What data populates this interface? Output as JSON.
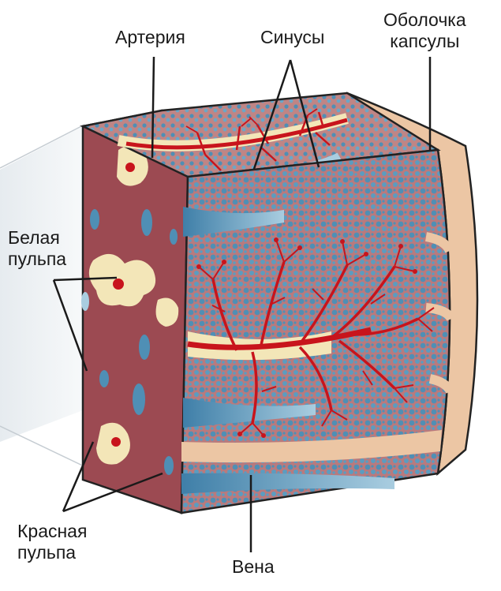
{
  "labels": {
    "artery": "Артерия",
    "sinuses": "Синусы",
    "capsule_line1": "Оболочка",
    "capsule_line2": "капсулы",
    "white_pulp_line1": "Белая",
    "white_pulp_line2": "пульпа",
    "red_pulp_line1": "Красная",
    "red_pulp_line2": "пульпа",
    "vein": "Вена"
  },
  "colors": {
    "red_pulp": "#9c4a52",
    "red_pulp_light": "#c98f8b",
    "white_pulp": "#f3e6b8",
    "sinus_blue": "#4f8fb5",
    "sinus_light": "#a9cde0",
    "artery_red": "#c8141c",
    "capsule": "#ecc6a4",
    "outline": "#222222"
  }
}
